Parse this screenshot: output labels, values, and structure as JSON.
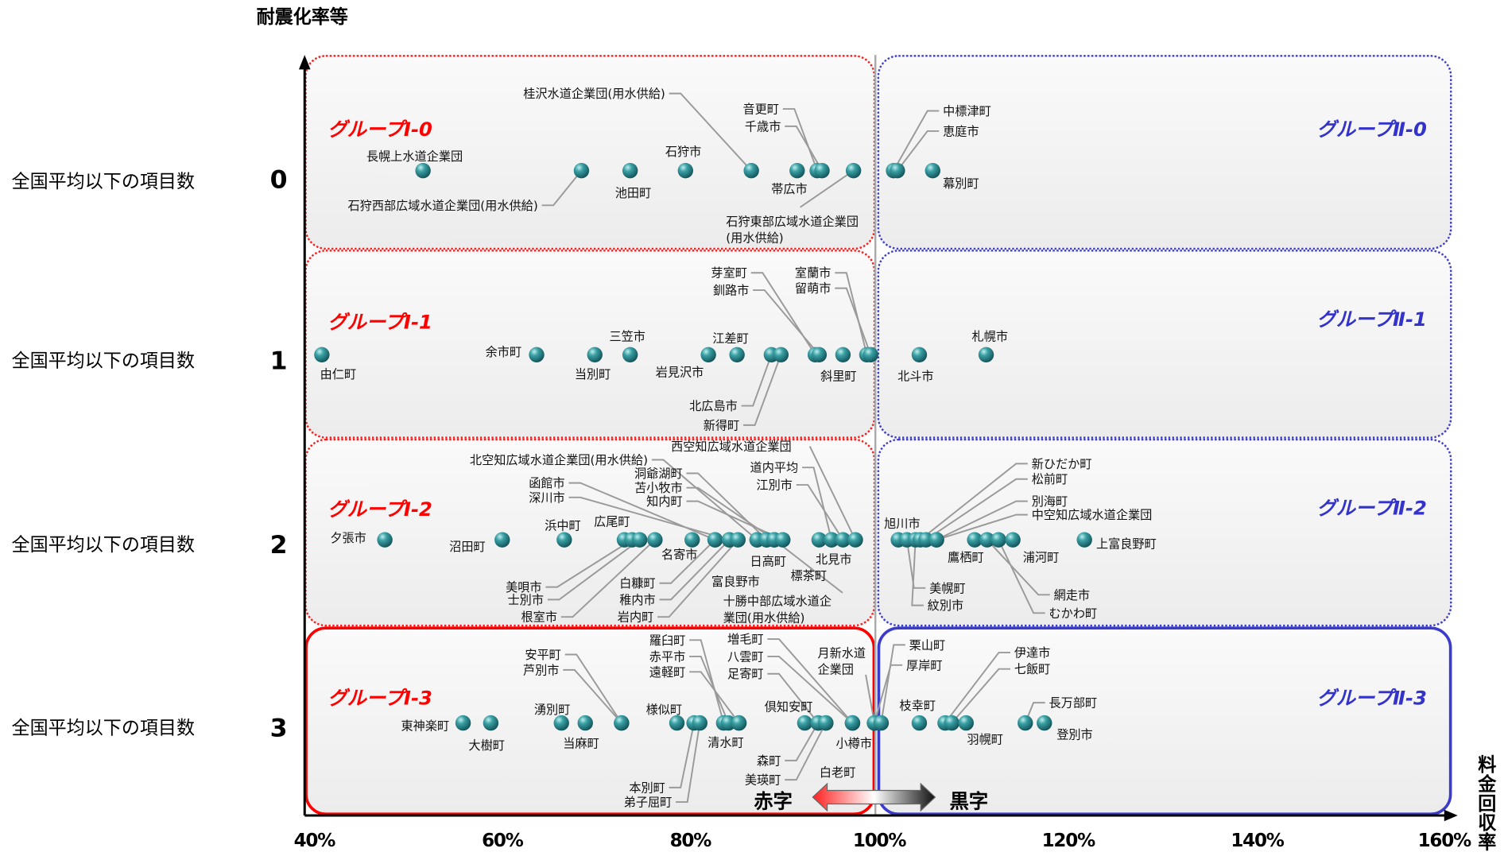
{
  "chart_data": {
    "type": "scatter",
    "ylabel": "耐震化率等",
    "xlabel": "料金回収率",
    "xlim": [
      40,
      160
    ],
    "x_ticks": [
      "40%",
      "60%",
      "80%",
      "100%",
      "120%",
      "140%",
      "160%"
    ],
    "reference_line_x": 100,
    "deficit_label": "赤字",
    "surplus_label": "黒字",
    "rows": [
      {
        "level": "0",
        "row_label": "全国平均以下の項目数",
        "group_left": "グループⅠ-0",
        "group_right": "グループⅡ-0",
        "points": [
          {
            "x": 52.4,
            "label": "長幌上水道企業団"
          },
          {
            "x": 69.0,
            "label": "石狩西部広域水道企業団(用水供給)"
          },
          {
            "x": 74.1,
            "label": "池田町"
          },
          {
            "x": 79.9,
            "label": "石狩市"
          },
          {
            "x": 86.8,
            "label": "桂沢水道企業団(用水供給)"
          },
          {
            "x": 91.6,
            "label": "帯広市"
          },
          {
            "x": 93.7,
            "label": "音更町"
          },
          {
            "x": 94.2,
            "label": "千歳市"
          },
          {
            "x": 97.5,
            "label": "石狩東部広域水道企業団\n(用水供給)"
          },
          {
            "x": 101.7,
            "label": "中標津町"
          },
          {
            "x": 102.1,
            "label": "恵庭市"
          },
          {
            "x": 105.8,
            "label": "幕別町"
          }
        ]
      },
      {
        "level": "1",
        "row_label": "全国平均以下の項目数",
        "group_left": "グループⅠ-1",
        "group_right": "グループⅡ-1",
        "points": [
          {
            "x": 41.8,
            "label": "由仁町"
          },
          {
            "x": 64.3,
            "label": "余市町"
          },
          {
            "x": 70.4,
            "label": "当別町"
          },
          {
            "x": 74.1,
            "label": "三笠市"
          },
          {
            "x": 82.3,
            "label": "岩見沢市"
          },
          {
            "x": 85.3,
            "label": "江差町"
          },
          {
            "x": 88.9,
            "label": "北広島市"
          },
          {
            "x": 89.9,
            "label": "新得町"
          },
          {
            "x": 93.5,
            "label": "芽室町"
          },
          {
            "x": 93.9,
            "label": "釧路市"
          },
          {
            "x": 96.4,
            "label": "斜里町"
          },
          {
            "x": 98.9,
            "label": "室蘭市"
          },
          {
            "x": 99.3,
            "label": "留萌市"
          },
          {
            "x": 104.4,
            "label": "北斗市"
          },
          {
            "x": 111.4,
            "label": "札幌市"
          }
        ]
      },
      {
        "level": "2",
        "row_label": "全国平均以下の項目数",
        "group_left": "グループⅠ-2",
        "group_right": "グループⅡ-2",
        "points": [
          {
            "x": 48.4,
            "label": "夕張市"
          },
          {
            "x": 60.7,
            "label": "沼田町"
          },
          {
            "x": 67.2,
            "label": "浜中町"
          },
          {
            "x": 73.5,
            "label": "広尾町"
          },
          {
            "x": 74.3,
            "label": "美唄市"
          },
          {
            "x": 75.1,
            "label": "士別市"
          },
          {
            "x": 76.7,
            "label": "根室市"
          },
          {
            "x": 80.6,
            "label": "名寄市"
          },
          {
            "x": 83.0,
            "label": "函館市"
          },
          {
            "x": 83.0,
            "label": "白糠町"
          },
          {
            "x": 84.5,
            "label": "深川市"
          },
          {
            "x": 84.5,
            "label": "稚内市"
          },
          {
            "x": 85.4,
            "label": "岩内町"
          },
          {
            "x": 87.4,
            "label": "北空知広域水道企業団(用水供給)"
          },
          {
            "x": 87.4,
            "label": "日高町"
          },
          {
            "x": 88.4,
            "label": "洞爺湖町"
          },
          {
            "x": 88.4,
            "label": "富良野市"
          },
          {
            "x": 89.2,
            "label": "苫小牧市"
          },
          {
            "x": 89.2,
            "label": "十勝中部広域水道企\n業団(用水供給)"
          },
          {
            "x": 90.1,
            "label": "知内町"
          },
          {
            "x": 93.9,
            "label": "北見市"
          },
          {
            "x": 95.2,
            "label": "道内平均"
          },
          {
            "x": 95.2,
            "label": "標茶町"
          },
          {
            "x": 96.4,
            "label": "江別市"
          },
          {
            "x": 97.7,
            "label": "西空知広域水道企業団"
          },
          {
            "x": 102.2,
            "label": "旭川市"
          },
          {
            "x": 103.1,
            "label": "美幌町"
          },
          {
            "x": 104.0,
            "label": "紋別市"
          },
          {
            "x": 104.5,
            "label": "新ひだか町"
          },
          {
            "x": 105.1,
            "label": "松前町"
          },
          {
            "x": 106.2,
            "label": "別海町"
          },
          {
            "x": 106.2,
            "label": "中空知広域水道企業団"
          },
          {
            "x": 110.2,
            "label": "鷹栖町"
          },
          {
            "x": 111.5,
            "label": "網走市"
          },
          {
            "x": 112.7,
            "label": "むかわ町"
          },
          {
            "x": 114.2,
            "label": "浦河町"
          },
          {
            "x": 121.7,
            "label": "上富良野町"
          }
        ]
      },
      {
        "level": "3",
        "row_label": "全国平均以下の項目数",
        "group_left": "グループⅠ-3",
        "group_right": "グループⅡ-3",
        "points": [
          {
            "x": 56.6,
            "label": "東神楽町"
          },
          {
            "x": 59.5,
            "label": "大樹町"
          },
          {
            "x": 66.9,
            "label": "湧別町"
          },
          {
            "x": 69.4,
            "label": "当麻町"
          },
          {
            "x": 73.2,
            "label": "安平町"
          },
          {
            "x": 73.2,
            "label": "芦別市"
          },
          {
            "x": 79.0,
            "label": "様似町"
          },
          {
            "x": 80.8,
            "label": "本別町"
          },
          {
            "x": 81.4,
            "label": "弟子屈町"
          },
          {
            "x": 83.9,
            "label": "羅臼町"
          },
          {
            "x": 84.4,
            "label": "赤平市"
          },
          {
            "x": 85.5,
            "label": "遠軽町"
          },
          {
            "x": 85.5,
            "label": "清水町"
          },
          {
            "x": 92.4,
            "label": "倶知安町"
          },
          {
            "x": 93.8,
            "label": "足寄町"
          },
          {
            "x": 93.8,
            "label": "森町"
          },
          {
            "x": 94.6,
            "label": "美瑛町"
          },
          {
            "x": 94.6,
            "label": "白老町"
          },
          {
            "x": 97.4,
            "label": "増毛町"
          },
          {
            "x": 97.4,
            "label": "八雲町"
          },
          {
            "x": 97.4,
            "label": "小樽市"
          },
          {
            "x": 99.7,
            "label": "月新水道\n企業団"
          },
          {
            "x": 99.7,
            "label": "厚岸町"
          },
          {
            "x": 100.4,
            "label": "栗山町"
          },
          {
            "x": 104.4,
            "label": "枝幸町"
          },
          {
            "x": 107.1,
            "label": "伊達市"
          },
          {
            "x": 107.8,
            "label": "七飯町"
          },
          {
            "x": 109.3,
            "label": "羽幌町"
          },
          {
            "x": 115.5,
            "label": "長万部町"
          },
          {
            "x": 117.5,
            "label": "登別市"
          }
        ]
      }
    ]
  },
  "colors": {
    "group1": "#ff0000",
    "group2": "#3333cc",
    "dot": "#1d7a80"
  }
}
